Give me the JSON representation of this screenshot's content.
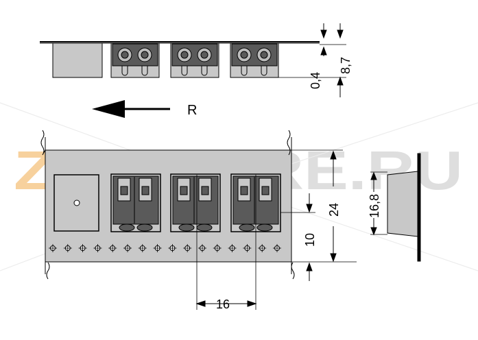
{
  "watermark": {
    "left_part": "ZIP",
    "right_part": "STORE.RU",
    "left_color": "#f6c98c",
    "right_color": "#d9d9d9"
  },
  "direction": {
    "label": "R"
  },
  "dimensions": {
    "top_thickness": "0,4",
    "top_height": "8,7",
    "pitch": "16",
    "pocket_height": "24",
    "edge_offset": "10",
    "side_height": "16,8"
  },
  "colors": {
    "tape_fill": "#c8c8c8",
    "component_body": "#5a5a5a",
    "line": "#000000"
  }
}
